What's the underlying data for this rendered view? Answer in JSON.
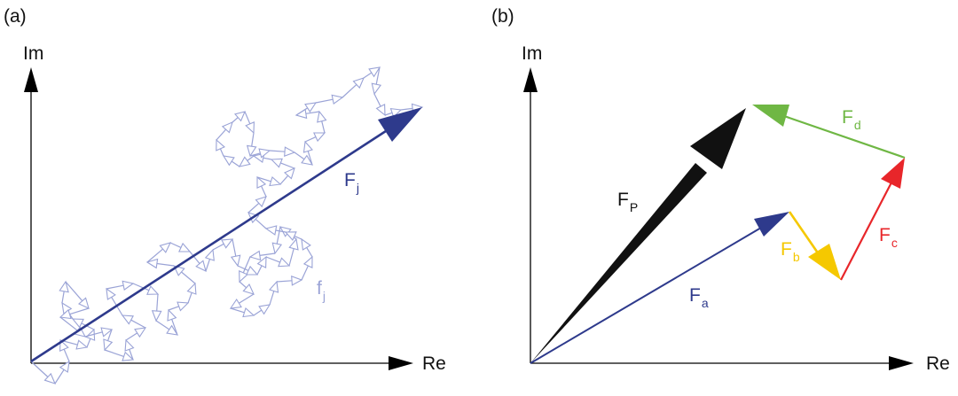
{
  "panel_a": {
    "label": "(a)",
    "axis_im": "Im",
    "axis_re": "Re",
    "resultant": {
      "main": "F",
      "sub": "j",
      "color": "#2e3a8c"
    },
    "step": {
      "main": "f",
      "sub": "j",
      "color": "#9aa3d6"
    }
  },
  "panel_b": {
    "label": "(b)",
    "axis_im": "Im",
    "axis_re": "Re",
    "vectors": [
      {
        "main": "F",
        "sub": "P",
        "color": "#111111"
      },
      {
        "main": "F",
        "sub": "a",
        "color": "#2e3a8c"
      },
      {
        "main": "F",
        "sub": "b",
        "color": "#f5c800"
      },
      {
        "main": "F",
        "sub": "c",
        "color": "#e8262a"
      },
      {
        "main": "F",
        "sub": "d",
        "color": "#6fb744"
      }
    ]
  }
}
